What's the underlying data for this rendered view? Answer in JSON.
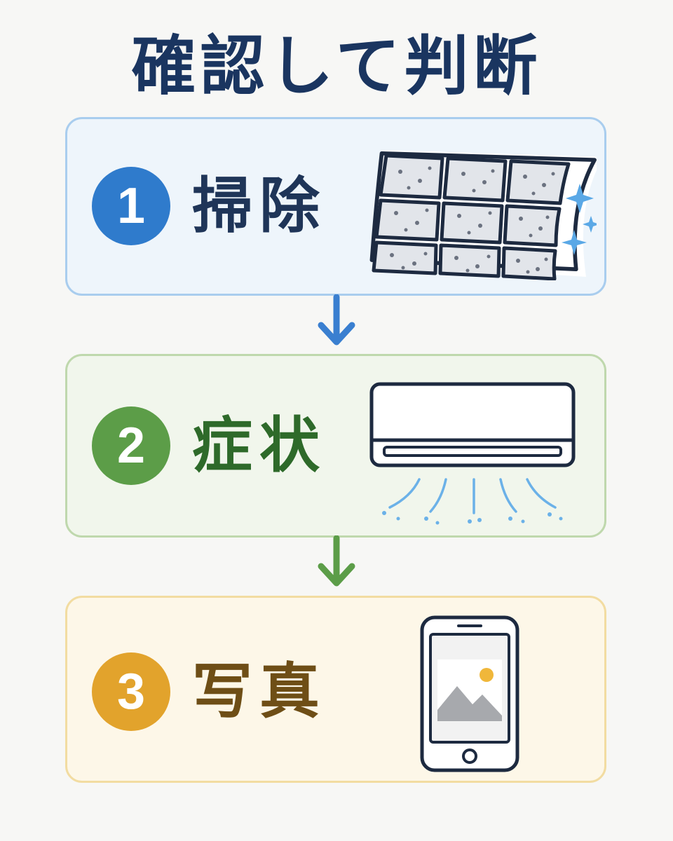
{
  "title": "確認して判断",
  "steps": [
    {
      "number": "1",
      "label": "掃除",
      "icon": "air-filter-icon"
    },
    {
      "number": "2",
      "label": "症状",
      "icon": "air-conditioner-icon"
    },
    {
      "number": "3",
      "label": "写真",
      "icon": "smartphone-photo-icon"
    }
  ],
  "colors": {
    "title": "#1a3560",
    "step1_accent": "#2f7bcc",
    "step2_accent": "#5c9d48",
    "step3_accent": "#e2a32c",
    "step1_bg": "#eef5fb",
    "step2_bg": "#f1f6ec",
    "step3_bg": "#fdf7e8"
  }
}
